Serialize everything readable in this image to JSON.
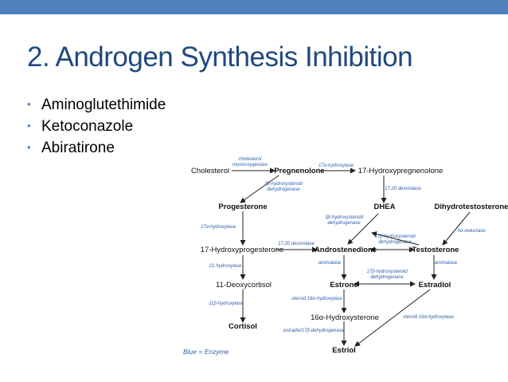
{
  "slide": {
    "title": "2. Androgen Synthesis Inhibition",
    "bullets": [
      "Aminoglutethimide",
      "Ketoconazole",
      "Abiratirone"
    ]
  },
  "diagram": {
    "nodes": {
      "cholesterol": "Cholesterol",
      "pregnenolone": "Pregnenolone",
      "hydroxypregnenolone": "17-Hydroxypregnenolone",
      "progesterone": "Progesterone",
      "dhea": "DHEA",
      "dihydrotestosterone": "Dihydrotestosterone",
      "hydroxyprogesterone": "17-Hydroxyprogesterone",
      "androstenedione": "Androstenedione",
      "testosterone": "Testosterone",
      "deoxycortisol": "11-Deoxycortisol",
      "estrone": "Estrone",
      "estradiol": "Estradiol",
      "hydroxyestrone": "16α-Hydroxysterone",
      "cortisol": "Cortisol",
      "estriol": "Estriol"
    },
    "enzymes": {
      "chol_mono_1": "cholesterol",
      "chol_mono_2": "monooxygenase",
      "hydroxylase17_top": "17α-hydroxylase",
      "hsd3b_1_l1": "3β-hydroxysteroid",
      "hsd3b_1_l2": "dehydrogenase",
      "desmolase_top": "17,20 desmolase",
      "hsd3b_2_l1": "3β-hydroxysteroid",
      "hsd3b_2_l2": "dehydrogenase",
      "reductase": "5α-reductase",
      "hydroxylase17_left": "17α-hydroxylase",
      "desmolase_mid": "17,20 desmolase",
      "hsd17b_l1": "17β-hydroxysteroid",
      "hsd17b_l2": "dehydrogenase",
      "hydroxylase21": "21-hydroxylase",
      "aromatase_left": "aromatase",
      "aromatase_right": "aromatase",
      "hsd17b_e_l1": "17β-hydroxysteroid",
      "hsd17b_e_l2": "dehydrogenase",
      "hydroxylase11": "11β-hydroxylase",
      "hydroxylase16_left": "steroid 16α-hydroxylase",
      "hydroxylase16_right": "steroid 16α-hydroxylase",
      "estradiol_dehydrogenase": "estradiol17β-dehydrogenase"
    },
    "legend": "Blue = Enzyme"
  }
}
